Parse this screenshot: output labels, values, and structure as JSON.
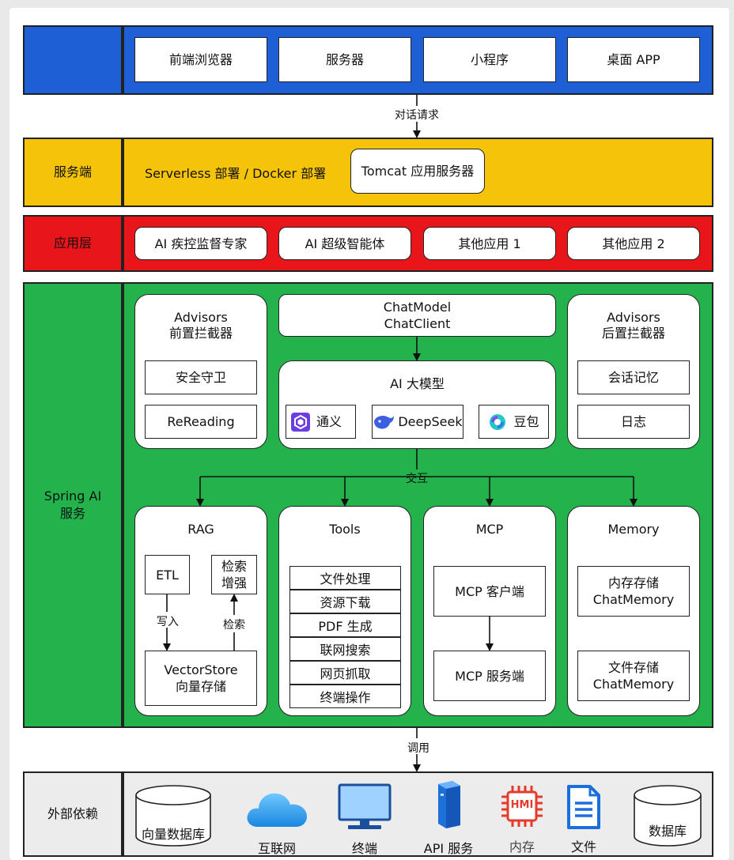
{
  "client_layer": {
    "items": [
      "前端浏览器",
      "服务器",
      "小程序",
      "桌面 APP"
    ]
  },
  "arrow_labels": {
    "request": "对话请求",
    "interact": "交互",
    "invoke": "调用",
    "write": "写入",
    "retrieve": "检索"
  },
  "server_layer": {
    "label": "服务端",
    "deploy_text": "Serverless 部署 / Docker 部署",
    "server_box": "Tomcat 应用服务器"
  },
  "app_layer": {
    "label": "应用层",
    "items": [
      "AI 疾控监督专家",
      "AI 超级智能体",
      "其他应用 1",
      "其他应用 2"
    ]
  },
  "spring_ai": {
    "label_line1": "Spring AI",
    "label_line2": "服务",
    "pre_advisors": {
      "title1": "Advisors",
      "title2": "前置拦截器",
      "items": [
        "安全守卫",
        "ReReading"
      ]
    },
    "chat": {
      "line1": "ChatModel",
      "line2": "ChatClient"
    },
    "model": {
      "title": "AI 大模型",
      "items": [
        "通义",
        "DeepSeek",
        "豆包"
      ]
    },
    "post_advisors": {
      "title1": "Advisors",
      "title2": "后置拦截器",
      "items": [
        "会话记忆",
        "日志"
      ]
    },
    "rag": {
      "title": "RAG",
      "etl": "ETL",
      "enhance_line1": "检索",
      "enhance_line2": "增强",
      "store_line1": "VectorStore",
      "store_line2": "向量存储"
    },
    "tools": {
      "title": "Tools",
      "items": [
        "文件处理",
        "资源下载",
        "PDF 生成",
        "联网搜索",
        "网页抓取",
        "终端操作"
      ]
    },
    "mcp": {
      "title": "MCP",
      "client": "MCP 客户端",
      "server": "MCP 服务端"
    },
    "memory": {
      "title": "Memory",
      "mem_line1": "内存存储",
      "mem_line2": "ChatMemory",
      "file_line1": "文件存储",
      "file_line2": "ChatMemory"
    }
  },
  "external": {
    "label": "外部依赖",
    "items": [
      {
        "label": "向量数据库",
        "icon": "database-icon"
      },
      {
        "label": "互联网",
        "icon": "cloud-icon"
      },
      {
        "label": "终端",
        "icon": "monitor-icon"
      },
      {
        "label": "API 服务",
        "icon": "server-icon"
      },
      {
        "label": "内存",
        "icon": "chip-icon",
        "chip_text": "HMI"
      },
      {
        "label": "文件",
        "icon": "document-icon"
      },
      {
        "label": "数据库",
        "icon": "database-icon"
      }
    ]
  },
  "colors": {
    "client": "#1f5fd6",
    "server": "#f5c40a",
    "app": "#e8161b",
    "spring": "#23b24c",
    "external": "#ececec"
  }
}
